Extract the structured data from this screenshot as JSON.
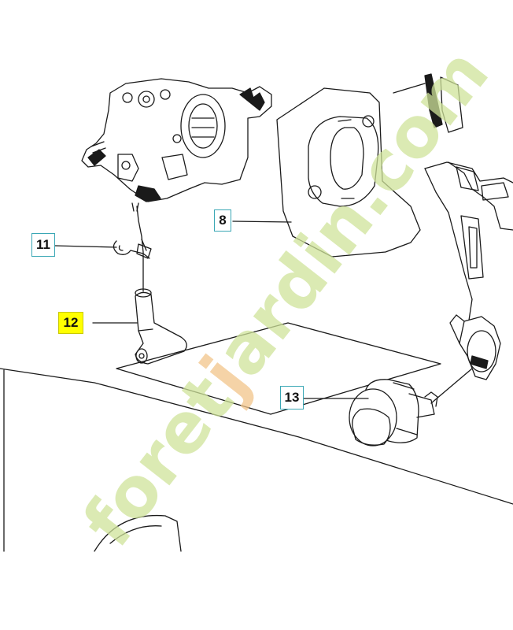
{
  "callouts": [
    {
      "id": "8",
      "label": "8",
      "highlighted": false
    },
    {
      "id": "11",
      "label": "11",
      "highlighted": false
    },
    {
      "id": "12",
      "label": "12",
      "highlighted": true
    },
    {
      "id": "13",
      "label": "13",
      "highlighted": false
    }
  ],
  "watermark": {
    "prefix": "foret",
    "accent": "j",
    "suffix": "ardin.com",
    "color": "#cfe39a",
    "accent_color": "#f2c48a"
  },
  "colors": {
    "line": "#1a1a1a",
    "callout_border": "#3aa7b5",
    "highlight": "#ffff00"
  }
}
